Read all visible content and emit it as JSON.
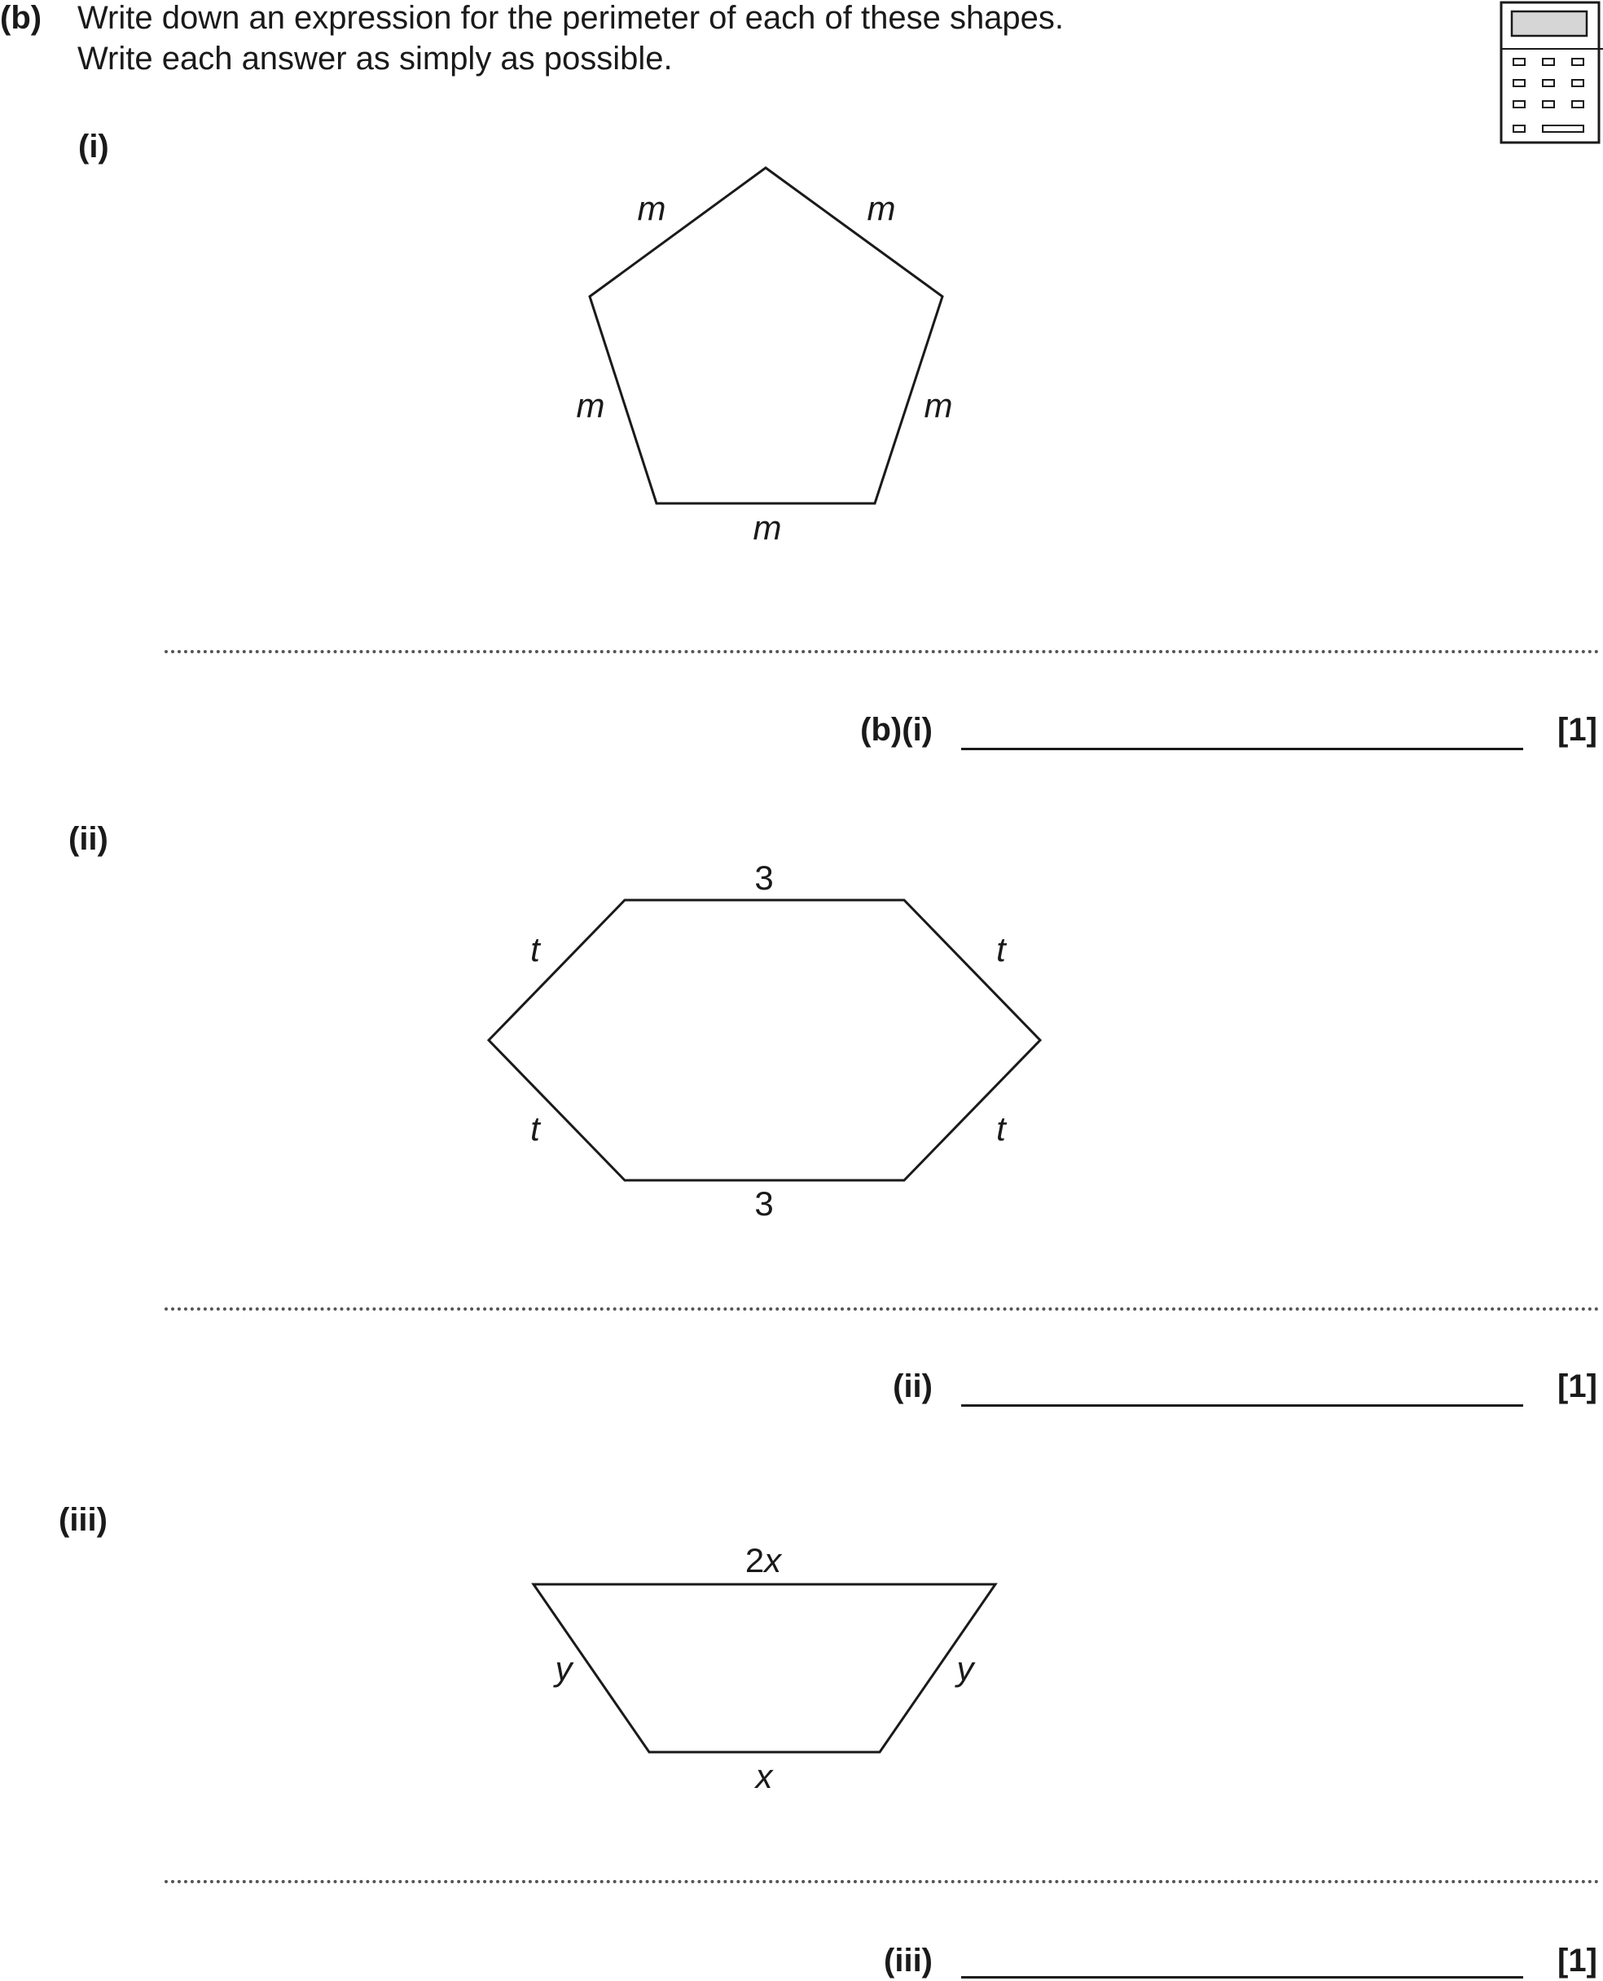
{
  "question": {
    "part_label": "(b)",
    "instruction_line1": "Write down an expression for the perimeter of each of these shapes.",
    "instruction_line2": "Write each answer as simply as possible.",
    "calculator_icon": "calculator-icon"
  },
  "part_i": {
    "label": "(i)",
    "side_labels": [
      "m",
      "m",
      "m",
      "m",
      "m"
    ],
    "answer_label": "(b)(i)",
    "mark": "[1]"
  },
  "part_ii": {
    "label": "(ii)",
    "top_label": "3",
    "bottom_label": "3",
    "side_labels": [
      "t",
      "t",
      "t",
      "t"
    ],
    "answer_label": "(ii)",
    "mark": "[1]"
  },
  "part_iii": {
    "label": "(iii)",
    "top_num": "2",
    "top_var": "x",
    "left_label": "y",
    "right_label": "y",
    "bottom_label": "x",
    "answer_label": "(iii)",
    "mark": "[1]"
  }
}
